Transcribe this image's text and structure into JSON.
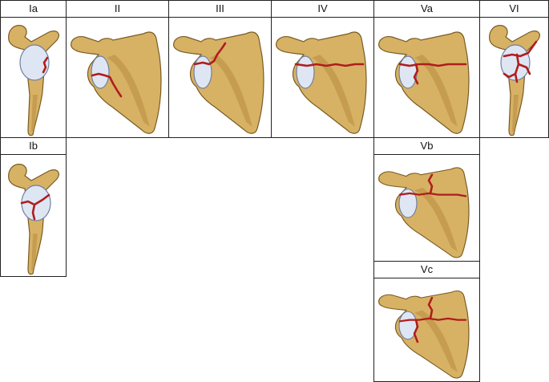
{
  "panels": [
    {
      "id": "Ia",
      "label": "Ia"
    },
    {
      "id": "II",
      "label": "II"
    },
    {
      "id": "III",
      "label": "III"
    },
    {
      "id": "IV",
      "label": "IV"
    },
    {
      "id": "Va",
      "label": "Va"
    },
    {
      "id": "VI",
      "label": "VI"
    },
    {
      "id": "Ib",
      "label": "Ib"
    },
    {
      "id": "Vb",
      "label": "Vb"
    },
    {
      "id": "Vc",
      "label": "Vc"
    }
  ]
}
